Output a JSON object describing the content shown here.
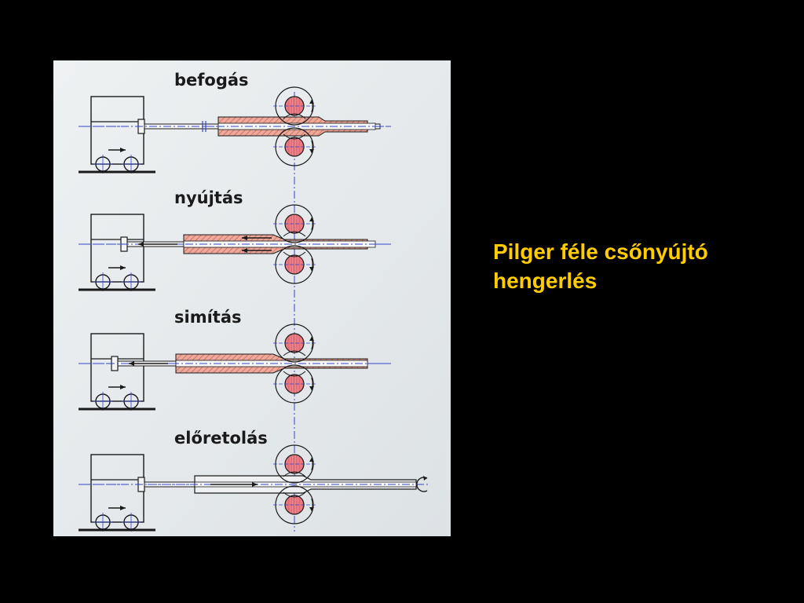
{
  "slide": {
    "title_lines": [
      "Pilger féle csőnyújtó",
      "hengerlés"
    ]
  },
  "diagram": {
    "stages": [
      {
        "label": "befogás"
      },
      {
        "label": "nyújtás"
      },
      {
        "label": "simítás"
      },
      {
        "label": "előretolás"
      }
    ]
  },
  "colors": {
    "slide_background": "#000000",
    "title_text": "#ffcc00",
    "panel_background": "#e8ecee",
    "tube_fill": "#e7a99c",
    "tube_hatch": "#c8574a",
    "roll_fill": "#e2707a",
    "centerline": "#3344cc",
    "line": "#1a1a1a"
  }
}
